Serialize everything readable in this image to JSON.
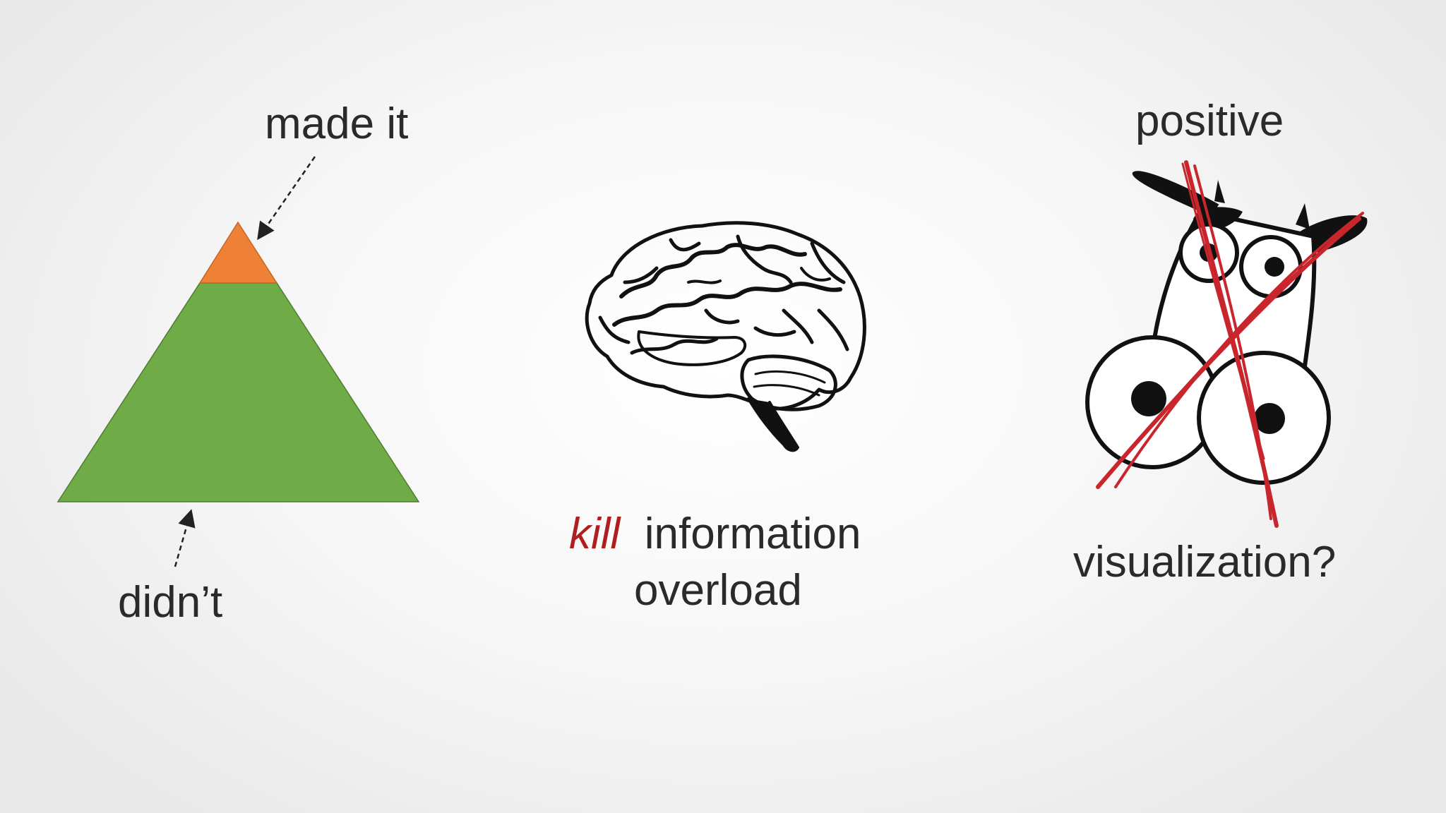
{
  "pyramid": {
    "top_label": "made it",
    "bottom_label": "didn’t",
    "colors": {
      "top": "#ef8136",
      "bottom": "#6fac47"
    }
  },
  "brain": {
    "icon": "brain-icon",
    "kill_word": "kill",
    "line1_rest": "information",
    "line2": "overload",
    "accent_color": "#b01f1f"
  },
  "cow": {
    "icon": "cow-icon",
    "top_label": "positive",
    "bottom_label": "visualization?",
    "strike_color": "#c8262c"
  }
}
